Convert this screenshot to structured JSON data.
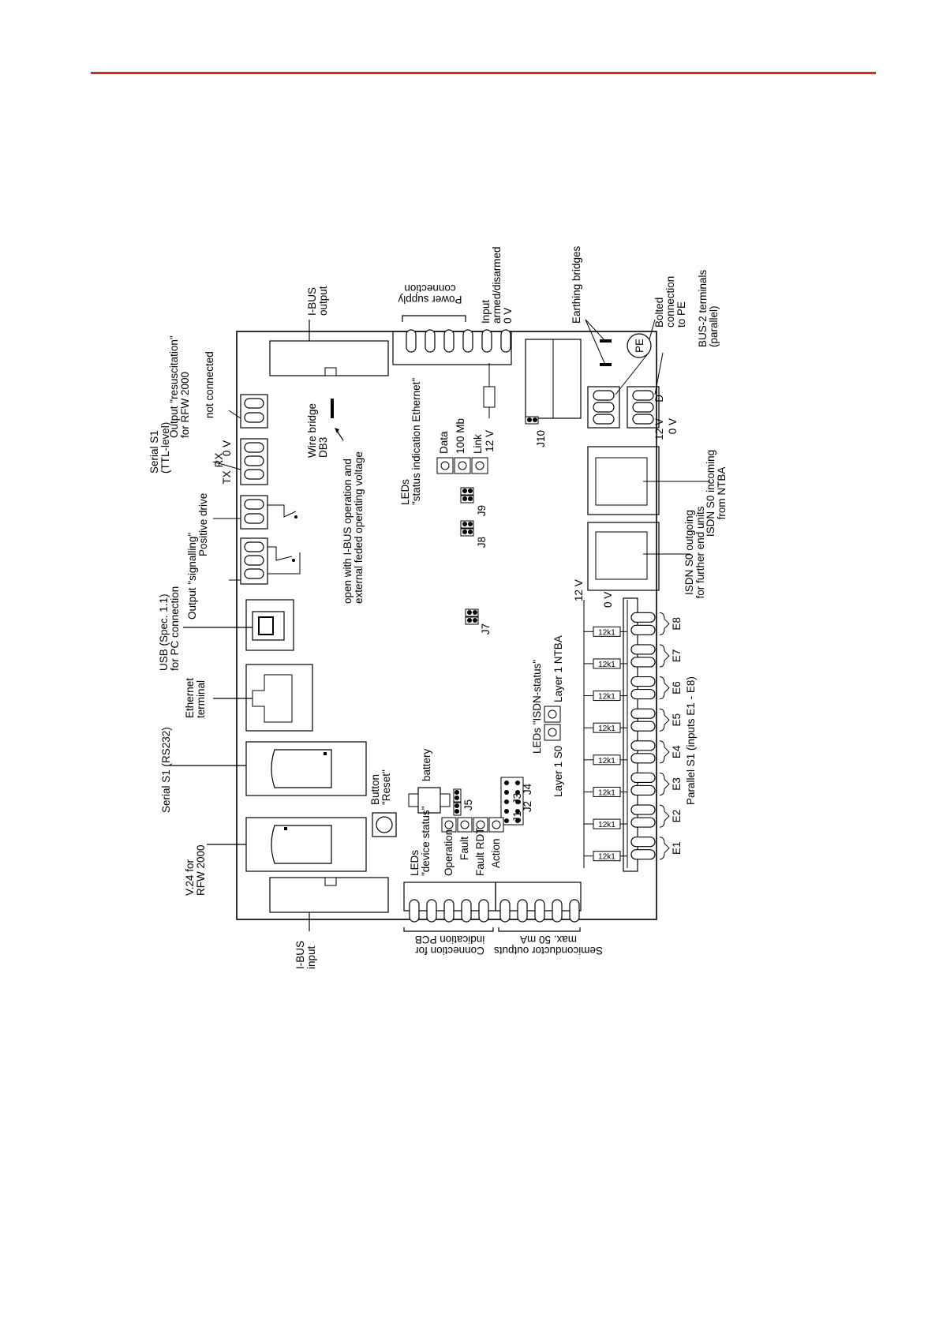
{
  "diagram": {
    "labels": {
      "ibus_output": [
        "I-BUS",
        "output"
      ],
      "power_supply": [
        "Power supply",
        "connection"
      ],
      "input_armed": [
        "Input",
        "armed/disarmed",
        "0 V"
      ],
      "earthing_bridges": "Earthing bridges",
      "bolted": [
        "Bolted",
        "connection",
        "to PE"
      ],
      "pe": "PE",
      "bus2": [
        "BUS-2 terminals",
        "(parallel)"
      ],
      "v12_top": "12 V",
      "j10": "J10",
      "bus_d": "D",
      "bus_12v": "12 V",
      "bus_0v": "0 V",
      "isdn_in": [
        "ISDN S0 incoming",
        "from NTBA"
      ],
      "isdn_out": [
        "ISDN S0 outgoing",
        "for further end units"
      ],
      "not_connected": "not connected",
      "output_resus": [
        "Output \"resuscitation\"",
        "for RFW 2000"
      ],
      "serial_ttl": [
        "Serial S1",
        "(TTL-level)"
      ],
      "rx": "RX",
      "tx": "TX",
      "zero_v": "0 V",
      "positive_drive": "Positive drive",
      "output_signalling": "Output \"signalling\"",
      "usb": [
        "USB (Spec. 1.1)",
        "for PC connection"
      ],
      "ethernet": [
        "Ethernet",
        "terminal"
      ],
      "serial_rs232": "Serial S1 (RS232)",
      "v24": [
        "V.24 for",
        "RFW 2000"
      ],
      "ibus_input": [
        "I-BUS",
        "input"
      ],
      "connection_pcb": [
        "Connection for",
        "indication PCB"
      ],
      "semiconductor": [
        "Semiconductor outputs",
        "max. 50 mA"
      ],
      "wire_bridge": [
        "Wire bridge",
        "DB3"
      ],
      "open_with": [
        "open with I-BUS operation and",
        "external feded operating voltage"
      ],
      "leds_ethernet": [
        "LEDs",
        "\"status indication Ethernet\""
      ],
      "data": "Data",
      "mb100": "100 Mb",
      "link": "Link",
      "j9": "J9",
      "j8": "J8",
      "j7": "J7",
      "leds_isdn": "LEDs \"ISDN-status\"",
      "layer1_ntba": "Layer 1 NTBA",
      "layer1_s0": "Layer 1 S0",
      "button_reset": [
        "Button",
        "\"Reset\""
      ],
      "battery": "battery",
      "j5": "J5",
      "j1": "J1",
      "j2": "J2",
      "j3": "J3",
      "j4": "J4",
      "leds_device": [
        "LEDs",
        "\"device status\""
      ],
      "operation": "Operation",
      "fault": "Fault",
      "fault_rdt": "Fault RDT",
      "action": "Action",
      "v12_inputs": "12 V",
      "v0_inputs": "0 V",
      "parallel_s1": "Parallel S1 (inputs E1 - E8)",
      "resistor": "12k1",
      "inputs": [
        "E1",
        "E2",
        "E3",
        "E4",
        "E5",
        "E6",
        "E7",
        "E8"
      ]
    }
  }
}
